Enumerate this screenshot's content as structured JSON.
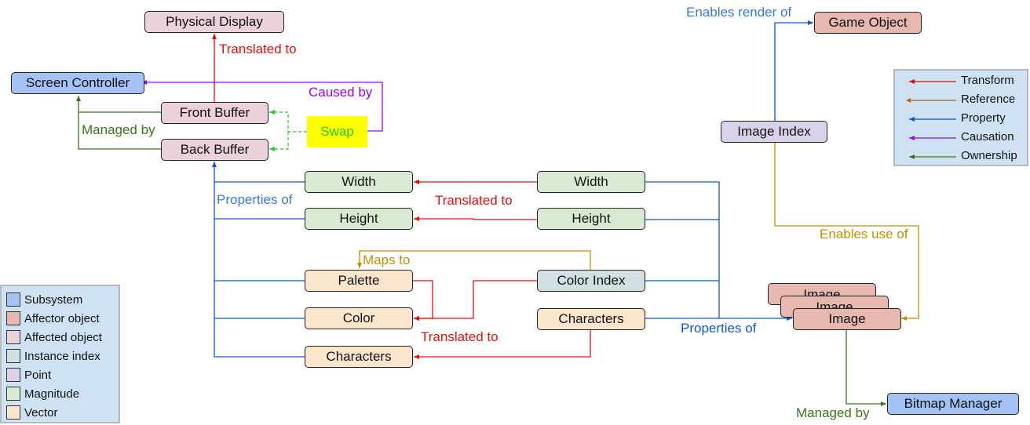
{
  "nodes": {
    "physical_display": "Physical Display",
    "screen_controller": "Screen Controller",
    "front_buffer": "Front Buffer",
    "back_buffer": "Back Buffer",
    "swap": "Swap",
    "width_left": "Width",
    "height_left": "Height",
    "palette": "Palette",
    "color": "Color",
    "characters_left": "Characters",
    "width_right": "Width",
    "height_right": "Height",
    "color_index": "Color Index",
    "characters_right": "Characters",
    "image_index": "Image Index",
    "game_object": "Game Object",
    "image_1": "Image",
    "image_2": "Image",
    "image_3": "Image",
    "bitmap_manager": "Bitmap Manager"
  },
  "edge_labels": {
    "translated_to_display": "Translated to",
    "caused_by": "Caused by",
    "managed_by_buffers": "Managed by",
    "properties_of_buffer": "Properties of",
    "translated_to_height": "Translated to",
    "maps_to": "Maps to",
    "translated_to_characters": "Translated to",
    "properties_of_image": "Properties of",
    "enables_render_of": "Enables render of",
    "enables_use_of": "Enables use of",
    "managed_by_bitmap": "Managed by"
  },
  "legend_types": [
    {
      "label": "Subsystem",
      "color": "#a4c2f4"
    },
    {
      "label": "Affector object",
      "color": "#e6b8af"
    },
    {
      "label": "Affected object",
      "color": "#ead1dc"
    },
    {
      "label": "Instance index",
      "color": "#d0e0e3"
    },
    {
      "label": "Point",
      "color": "#d9d2e9"
    },
    {
      "label": "Magnitude",
      "color": "#d9ead3"
    },
    {
      "label": "Vector",
      "color": "#fce5cd"
    }
  ],
  "legend_relations": [
    {
      "label": "Transform",
      "color": "#e01010"
    },
    {
      "label": "Reference",
      "color": "#b45f06"
    },
    {
      "label": "Property",
      "color": "#1155cc"
    },
    {
      "label": "Causation",
      "color": "#9900ff"
    },
    {
      "label": "Ownership",
      "color": "#38761d"
    }
  ],
  "colors": {
    "transform": "#e01010",
    "property": "#1155cc",
    "causation": "#9900ff",
    "ownership": "#38761d",
    "swap_link": "#22cc22",
    "maps": "#bf9000",
    "property_label": "#3c78d8"
  }
}
